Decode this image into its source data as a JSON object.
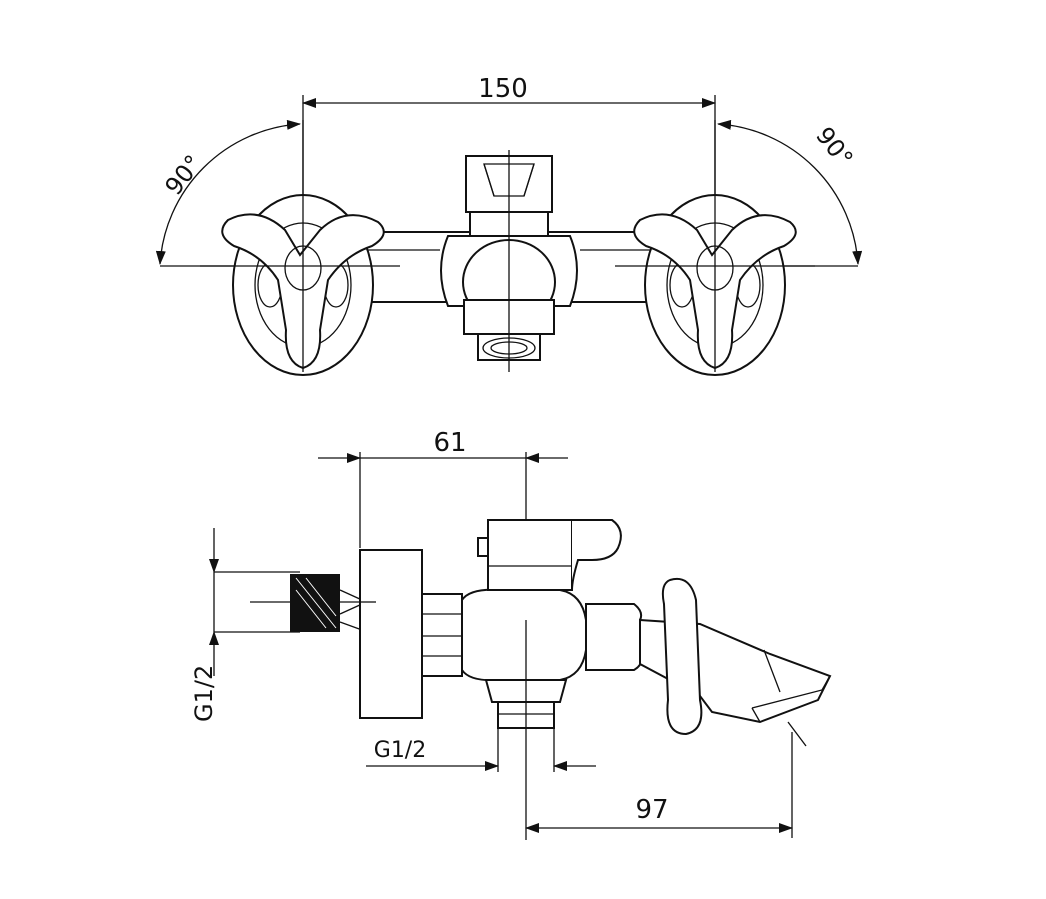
{
  "dimensions": {
    "handle_spacing": "150",
    "left_rotation": "90°",
    "right_rotation": "90°",
    "wall_to_center": "61",
    "inlet_thread": "G1/2",
    "outlet_thread": "G1/2",
    "spout_reach": "97"
  }
}
